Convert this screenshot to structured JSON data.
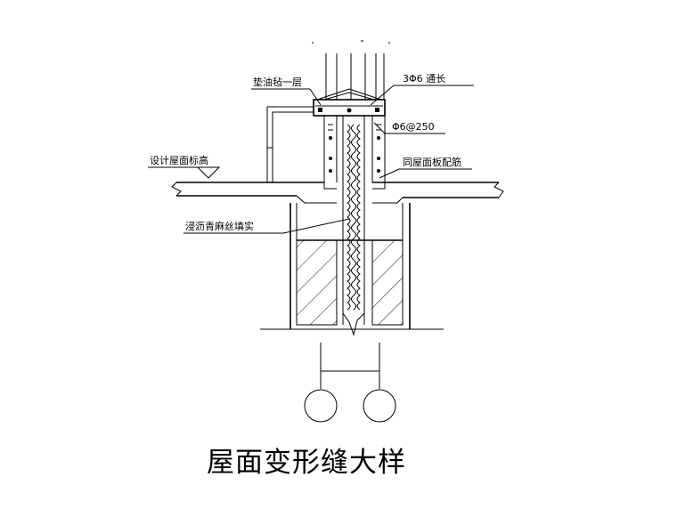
{
  "labels": {
    "felt_layer": "垫油毡一层",
    "rebar_through": "3Φ6  通长",
    "rebar_spacing": "Φ6@250",
    "design_roof_elevation": "设计屋面标高",
    "same_as_roof_slab_rebar": "同屋面板配筋",
    "asphalt_hemp_fill": "浸沥青麻丝填实"
  },
  "title": "屋面变形缝大样",
  "markers": {
    "axis_left": "",
    "axis_right": ""
  }
}
